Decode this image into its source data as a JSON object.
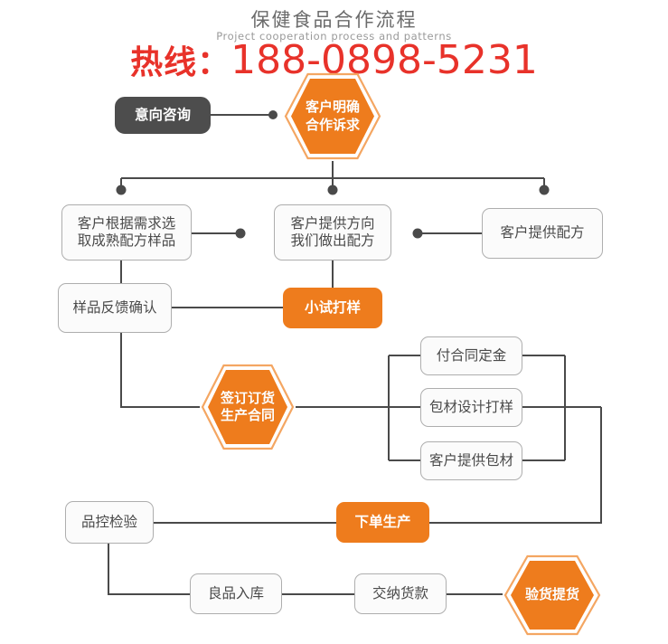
{
  "header": {
    "title": "保健食品合作流程",
    "subtitle": "Project cooperation process and patterns",
    "hotline_label": "热线：",
    "hotline_number": "188-0898-5231"
  },
  "colors": {
    "orange": "#ee7c1d",
    "orange_outline": "#f4a662",
    "dark_gray": "#4d4d4d",
    "box_border": "#aeaeae",
    "box_fill": "#fbfbfb",
    "line": "#4a4a4a",
    "hotline_red": "#e8322a",
    "title_gray": "#6b6b6b",
    "subtitle_gray": "#9a9a9a"
  },
  "flow": {
    "nodes": [
      {
        "id": "intent",
        "label": "意向咨询",
        "shape": "box",
        "style": "dark"
      },
      {
        "id": "clear-need",
        "label": "客户明确\n合作诉求",
        "shape": "hexagon",
        "style": "orange"
      },
      {
        "id": "pick-sample",
        "label": "客户根据需求选\n取成熟配方样品",
        "shape": "box",
        "style": "plain"
      },
      {
        "id": "give-direction",
        "label": "客户提供方向\n我们做出配方",
        "shape": "box",
        "style": "plain"
      },
      {
        "id": "give-formula",
        "label": "客户提供配方",
        "shape": "box",
        "style": "plain"
      },
      {
        "id": "sample-confirm",
        "label": "样品反馈确认",
        "shape": "box",
        "style": "plain"
      },
      {
        "id": "trial-sample",
        "label": "小试打样",
        "shape": "box",
        "style": "orange"
      },
      {
        "id": "sign-contract",
        "label": "签订订货\n生产合同",
        "shape": "hexagon",
        "style": "orange"
      },
      {
        "id": "pay-deposit",
        "label": "付合同定金",
        "shape": "box",
        "style": "plain"
      },
      {
        "id": "pack-design",
        "label": "包材设计打样",
        "shape": "box",
        "style": "plain"
      },
      {
        "id": "client-pack",
        "label": "客户提供包材",
        "shape": "box",
        "style": "plain"
      },
      {
        "id": "qc-check",
        "label": "品控检验",
        "shape": "box",
        "style": "plain"
      },
      {
        "id": "place-order",
        "label": "下单生产",
        "shape": "box",
        "style": "orange"
      },
      {
        "id": "goods-in",
        "label": "良品入库",
        "shape": "box",
        "style": "plain"
      },
      {
        "id": "pay-goods",
        "label": "交纳货款",
        "shape": "box",
        "style": "plain"
      },
      {
        "id": "inspect-pickup",
        "label": "验货提货",
        "shape": "hexagon",
        "style": "orange"
      }
    ]
  }
}
